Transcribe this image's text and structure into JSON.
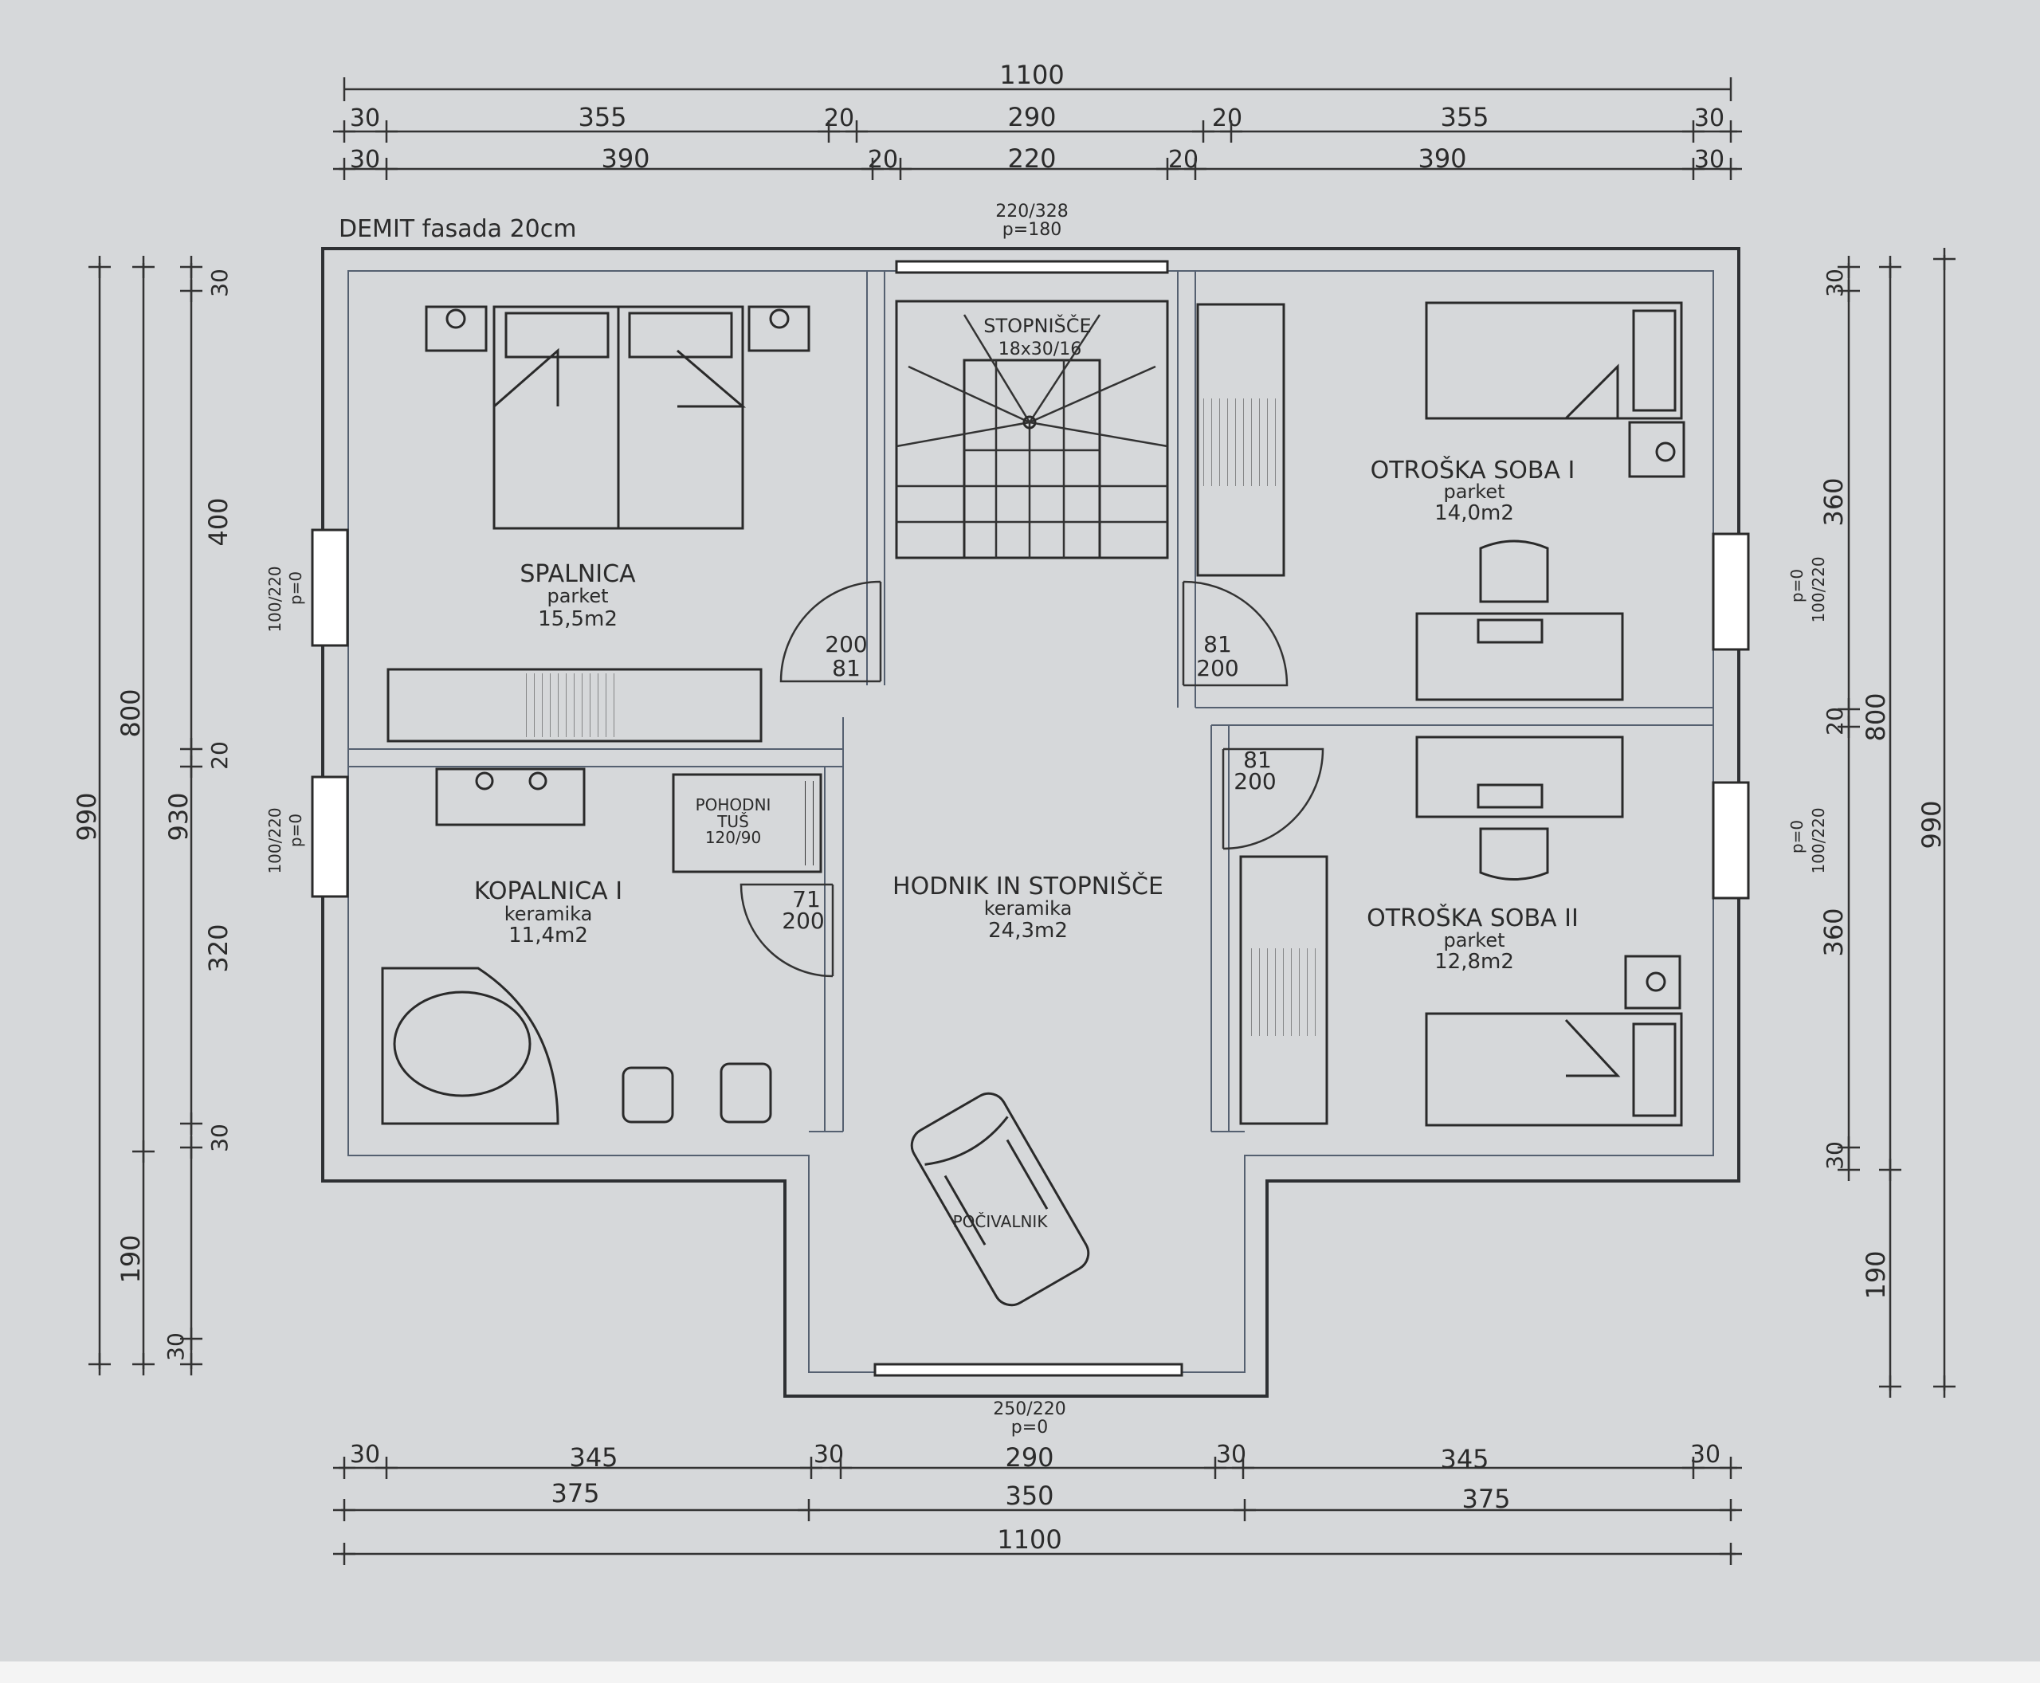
{
  "facade_note": "DEMIT fasada 20cm",
  "openings": {
    "top_door": {
      "size": "220/328",
      "p": "p=180"
    },
    "bottom_door": {
      "size": "250/220",
      "p": "p=0"
    },
    "left_window_upper": {
      "size": "100/220",
      "p": "p=0"
    },
    "left_window_lower": {
      "size": "100/220",
      "p": "p=0"
    },
    "right_window_upper": {
      "size": "100/220",
      "p": "p=0"
    },
    "right_window_lower": {
      "size": "100/220",
      "p": "p=0"
    }
  },
  "rooms": {
    "spalnica": {
      "name": "SPALNICA",
      "floor": "parket",
      "area": "15,5m2"
    },
    "kopalnica": {
      "name": "KOPALNICA I",
      "floor": "keramika",
      "area": "11,4m2"
    },
    "hodnik": {
      "name": "HODNIK IN STOPNIŠČE",
      "floor": "keramika",
      "area": "24,3m2"
    },
    "otroska1": {
      "name": "OTROŠKA SOBA I",
      "floor": "parket",
      "area": "14,0m2"
    },
    "otroska2": {
      "name": "OTROŠKA SOBA II",
      "floor": "parket",
      "area": "12,8m2"
    }
  },
  "stairs": {
    "name": "STOPNIŠČE",
    "spec": "18x30/16"
  },
  "shower": {
    "line1": "POHODNI",
    "line2": "TUŠ",
    "line3": "120/90"
  },
  "lounger": "POČIVALNIK",
  "doors": {
    "spalnica": {
      "a": "200",
      "b": "81"
    },
    "otroska1": {
      "a": "81",
      "b": "200"
    },
    "otroska2": {
      "a": "81",
      "b": "200"
    },
    "kopalnica": {
      "a": "71",
      "b": "200"
    }
  },
  "dimensions": {
    "top_total": "1100",
    "top_row1": [
      "30",
      "355",
      "20",
      "290",
      "20",
      "355",
      "30"
    ],
    "top_row2": [
      "30",
      "390",
      "20",
      "220",
      "20",
      "390",
      "30"
    ],
    "bottom_row1": [
      "30",
      "345",
      "30",
      "290",
      "30",
      "345",
      "30"
    ],
    "bottom_row2": [
      "375",
      "350",
      "375"
    ],
    "bottom_total": "1100",
    "left_total": "990",
    "left_mid": [
      "800",
      "190"
    ],
    "left_inner_total": "930",
    "left_detail": [
      "30",
      "400",
      "20",
      "320",
      "30",
      "30"
    ],
    "right_detail": [
      "30",
      "360",
      "20",
      "360",
      "30"
    ],
    "right_mid": [
      "800",
      "190"
    ],
    "right_total": "990"
  }
}
